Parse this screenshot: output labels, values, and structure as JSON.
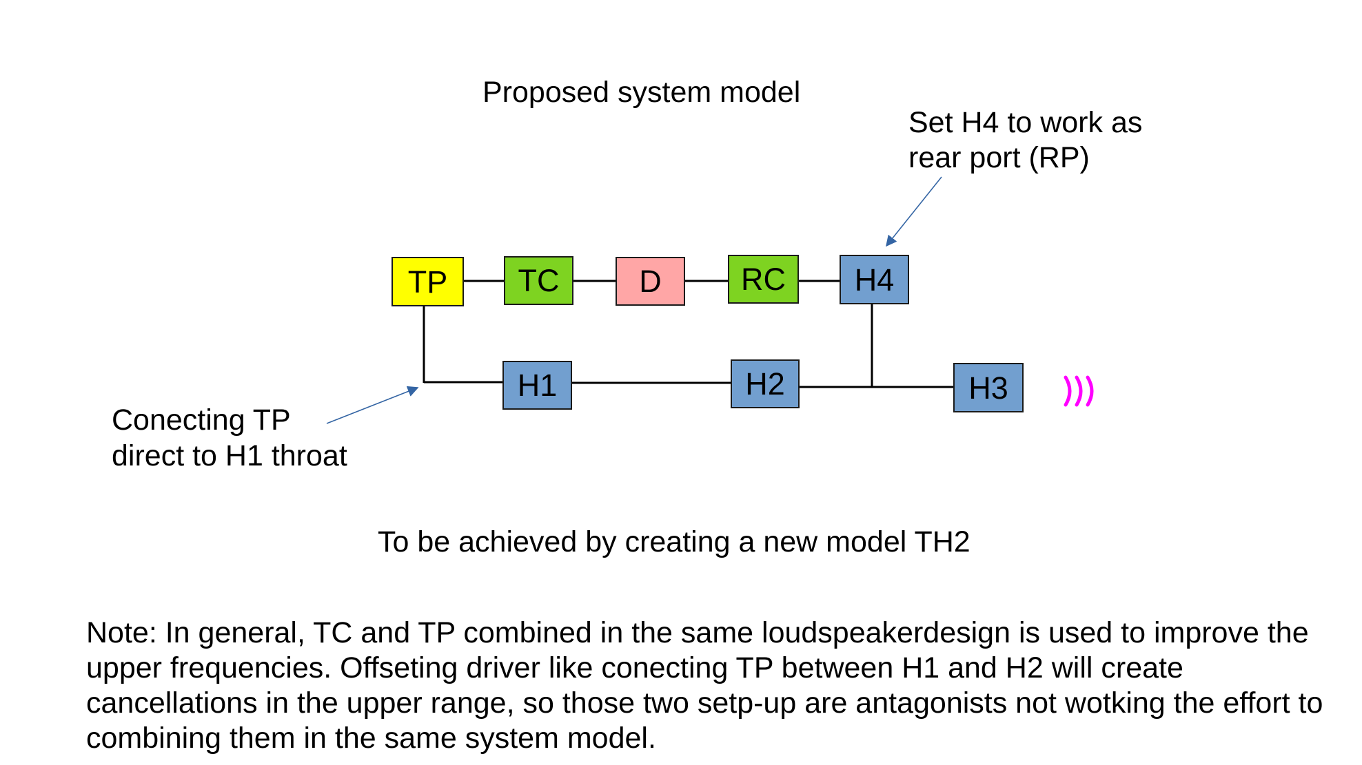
{
  "title": "Proposed system model",
  "callout_rear_port": {
    "line1": "Set H4 to work as",
    "line2": "rear port (RP)"
  },
  "callout_tp": {
    "line1": "Conecting TP",
    "line2": "direct to H1 throat"
  },
  "blocks": {
    "tp": {
      "label": "TP",
      "color": "#ffff00"
    },
    "tc": {
      "label": "TC",
      "color": "#7ed321"
    },
    "d": {
      "label": "D",
      "color": "#ffa6a6"
    },
    "rc": {
      "label": "RC",
      "color": "#7ed321"
    },
    "h4": {
      "label": "H4",
      "color": "#729fcf"
    },
    "h1": {
      "label": "H1",
      "color": "#729fcf"
    },
    "h2": {
      "label": "H2",
      "color": "#729fcf"
    },
    "h3": {
      "label": "H3",
      "color": "#729fcf"
    }
  },
  "subtitle": "To be achieved by creating a new model TH2",
  "note": "Note: In general, TC and TP combined in the same loudspeakerdesign is used to improve the upper frequencies. Offseting driver like conecting TP between H1 and H2 will create cancellations in the upper range, so those two setp-up are antagonists not wotking the effort to combining them in the same system model.",
  "colors": {
    "arrow": "#3465a4",
    "sound_waves": "#ff00ff",
    "line": "#000000"
  },
  "icons": {
    "sound_waves": "sound-waves-icon"
  }
}
